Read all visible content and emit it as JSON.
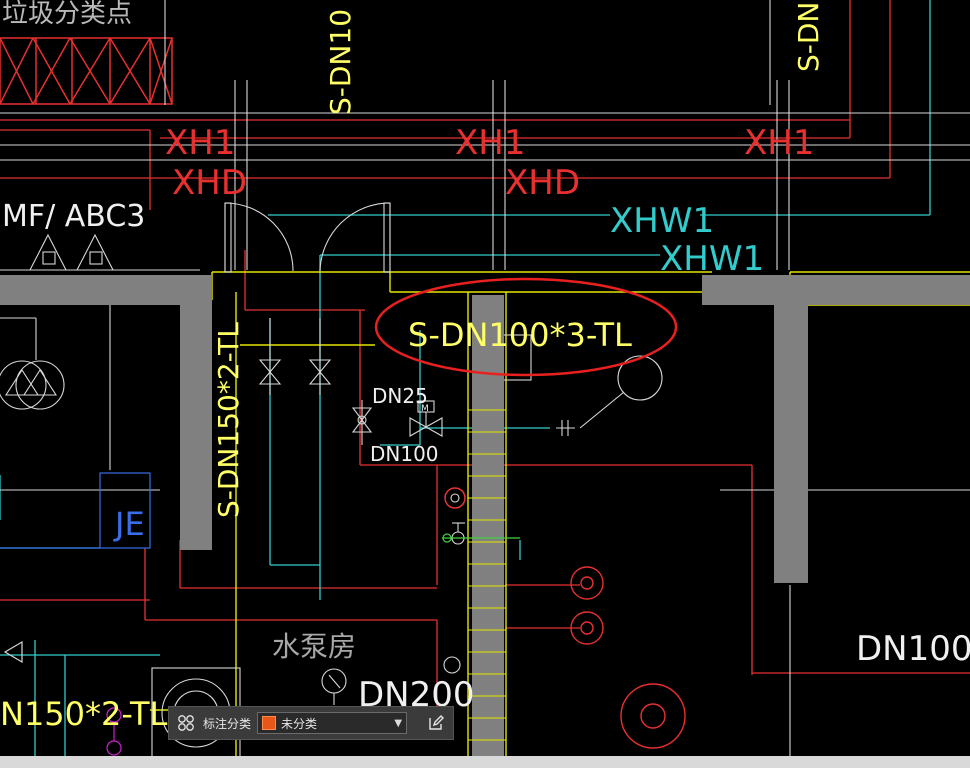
{
  "drawing": {
    "labels": {
      "garbage_point": "垃圾分类点",
      "mf_abc3": "MF/ ABC3",
      "xh1_a": "XH1",
      "xh1_b": "XH1",
      "xh1_c": "XH1",
      "xhd_a": "XHD",
      "xhd_b": "XHD",
      "xhw1_a": "XHW1",
      "xhw1_b": "XHW1",
      "s_dn_top": "S-DN10",
      "s_dn_right": "S-DN",
      "s_dn150_vert": "S-DN150*2-TL",
      "s_dn100_highlight": "S-DN100*3-TL",
      "dn25": "DN25",
      "dn100_small": "DN100",
      "dn100_right": "DN100",
      "dn200": "DN200",
      "dn150_bottom": "N150*2-TL",
      "je": "JE",
      "pump_room": "水泵房",
      "valve_m": "M"
    },
    "colors": {
      "background": "#000000",
      "wall": "#808080",
      "pipe_yellow": "#e6e600",
      "text_yellow": "#ffff66",
      "cyan": "#33cccc",
      "red": "#e83030",
      "white": "#f0f0f0",
      "blue": "#3a6ee8",
      "magenta": "#d020d0",
      "highlight_ellipse": "#e82020"
    }
  },
  "toolbar": {
    "grid_icon": "grid-icon",
    "label": "标注分类",
    "select_value": "未分类",
    "swatch_color": "#e8561a",
    "caret_icon": "chevron-down-icon",
    "edit_icon": "edit-icon"
  }
}
